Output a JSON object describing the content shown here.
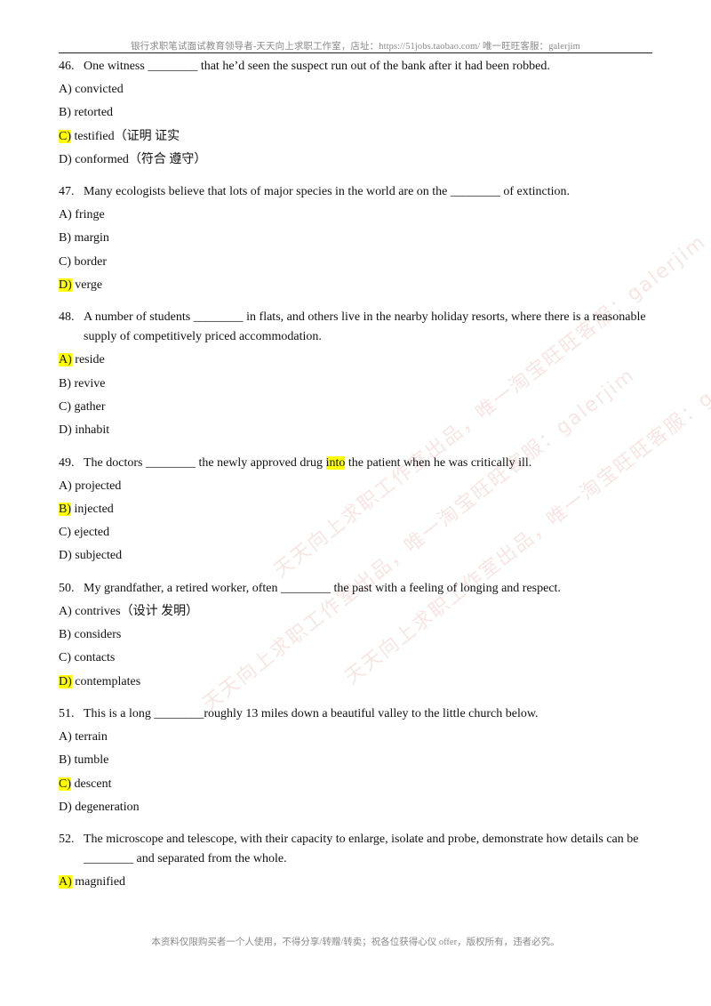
{
  "header": "银行求职笔试面试教育领导者-天天向上求职工作室，店址：https://51jobs.taobao.com/ 唯一旺旺客服：galerjim",
  "footer": "本资料仅限购买者一个人使用，不得分享/转赠/转卖；祝各位获得心仪 offer，版权所有，违者必究。",
  "watermark": [
    "天天向上求职工作室出品，唯一淘宝旺旺客服：galerjim",
    "天天向上求职工作室出品，唯一淘宝旺旺客服：galerjim",
    "天天向上求职工作室出品，唯一淘宝旺旺客服：galerjim"
  ],
  "questions": [
    {
      "num": "46.",
      "text_before": "One witness ________ that he’d seen the suspect run out of the bank after it had been robbed.",
      "highlight_word": "",
      "text_after": "",
      "options": [
        {
          "letter": "A)",
          "text": " convicted",
          "answer": false
        },
        {
          "letter": "B)",
          "text": " retorted",
          "answer": false
        },
        {
          "letter": "C)",
          "text": " testified（证明  证实",
          "answer": true
        },
        {
          "letter": "D)",
          "text": " conformed（符合  遵守）",
          "answer": false
        }
      ]
    },
    {
      "num": "47.",
      "text_before": "Many ecologists believe that lots of major species in the world are on the ________ of extinction.",
      "highlight_word": "",
      "text_after": "",
      "options": [
        {
          "letter": "A)",
          "text": " fringe",
          "answer": false
        },
        {
          "letter": "B)",
          "text": " margin",
          "answer": false
        },
        {
          "letter": "C)",
          "text": " border",
          "answer": false
        },
        {
          "letter": "D)",
          "text": " verge",
          "answer": true
        }
      ]
    },
    {
      "num": "48.",
      "text_before": "A number of students ________ in flats, and others live in the nearby holiday resorts, where there is a reasonable supply of competitively priced accommodation.",
      "highlight_word": "",
      "text_after": "",
      "options": [
        {
          "letter": "A)",
          "text": " reside",
          "answer": true
        },
        {
          "letter": "B)",
          "text": " revive",
          "answer": false
        },
        {
          "letter": "C)",
          "text": " gather",
          "answer": false
        },
        {
          "letter": "D)",
          "text": " inhabit",
          "answer": false
        }
      ]
    },
    {
      "num": "49.",
      "text_before": "The doctors ________ the newly approved drug ",
      "highlight_word": "into",
      "text_after": " the patient when he was critically ill.",
      "options": [
        {
          "letter": "A)",
          "text": " projected",
          "answer": false
        },
        {
          "letter": "B)",
          "text": " injected",
          "answer": true
        },
        {
          "letter": "C)",
          "text": " ejected",
          "answer": false
        },
        {
          "letter": "D)",
          "text": " subjected",
          "answer": false
        }
      ]
    },
    {
      "num": "50.",
      "text_before": "My grandfather, a retired worker, often ________ the past with a feeling of longing and respect.",
      "highlight_word": "",
      "text_after": "",
      "options": [
        {
          "letter": "A)",
          "text": " contrives（设计  发明）",
          "answer": false
        },
        {
          "letter": "B)",
          "text": " considers",
          "answer": false
        },
        {
          "letter": "C)",
          "text": " contacts",
          "answer": false
        },
        {
          "letter": "D)",
          "text": " contemplates",
          "answer": true
        }
      ]
    },
    {
      "num": "51.",
      "text_before": "This is a long ________roughly 13 miles down a beautiful valley to the little church below.",
      "highlight_word": "",
      "text_after": "",
      "options": [
        {
          "letter": "A)",
          "text": " terrain",
          "answer": false
        },
        {
          "letter": "B)",
          "text": " tumble",
          "answer": false
        },
        {
          "letter": "C)",
          "text": " descent",
          "answer": true
        },
        {
          "letter": "D)",
          "text": " degeneration",
          "answer": false
        }
      ]
    },
    {
      "num": "52.",
      "text_before": "The microscope and telescope, with their capacity to enlarge, isolate and probe, demonstrate how details can be ________ and separated from the whole.",
      "highlight_word": "",
      "text_after": "",
      "options": [
        {
          "letter": "A)",
          "text": " magnified",
          "answer": true
        }
      ]
    }
  ]
}
